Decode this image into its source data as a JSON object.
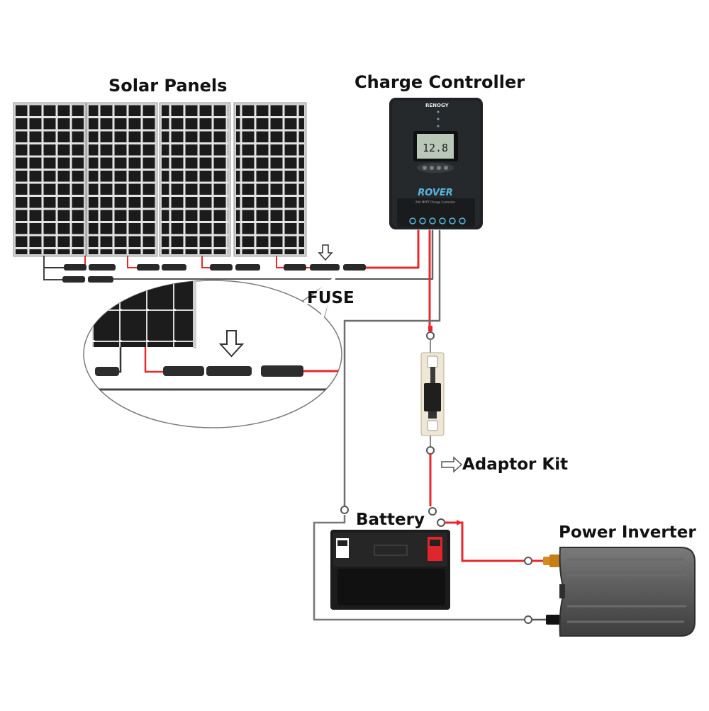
{
  "labels": {
    "solar_panels": "Solar Panels",
    "charge_controller": "Charge Controller",
    "fuse": "FUSE",
    "adaptor_kit": "Adaptor Kit",
    "battery": "Battery",
    "power_inverter": "Power Inverter"
  },
  "controller": {
    "brand": "RENOGY",
    "model": "ROVER",
    "subtitle": "20A MPPT Charge Controller",
    "display_value": "12.8"
  },
  "colors": {
    "positive_wire": "#e8282d",
    "negative_wire": "#777777",
    "panel_cell": "#1b1b1b",
    "panel_frame": "#c9c9c9",
    "controller_body": "#1f2124",
    "lcd": "#b9c7b6"
  }
}
